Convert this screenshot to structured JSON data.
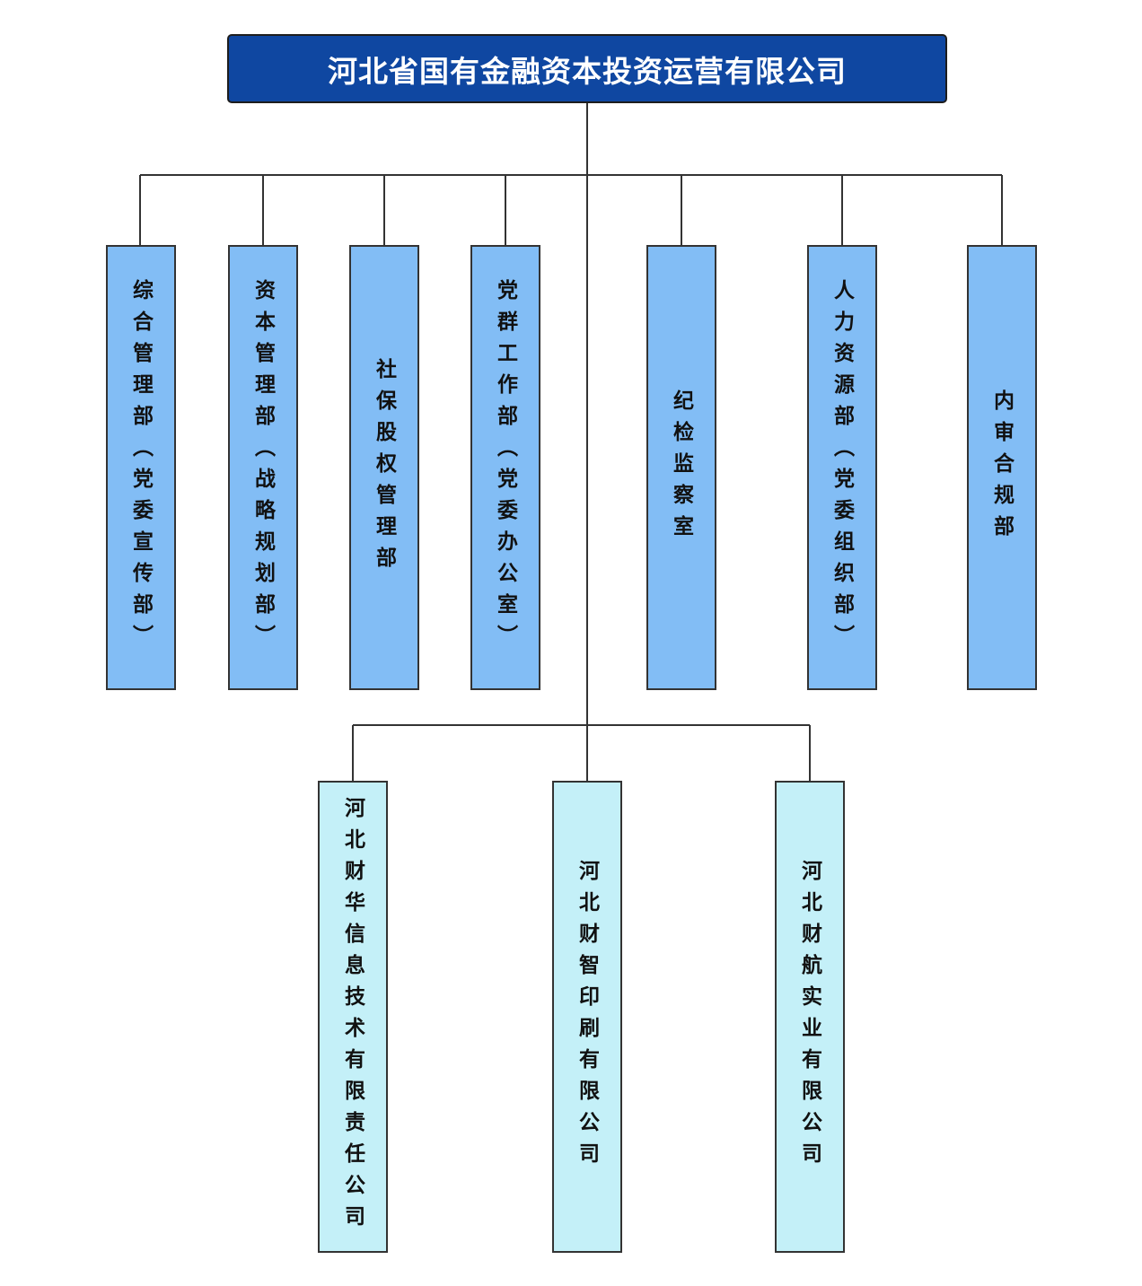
{
  "root": {
    "label": "河北省国有金融资本投资运营有限公司"
  },
  "departments": [
    {
      "key": "general",
      "label": "综合管理部（党委宣传部）"
    },
    {
      "key": "capital",
      "label": "资本管理部（战略规划部）"
    },
    {
      "key": "equity",
      "label": "社保股权管理部"
    },
    {
      "key": "party",
      "label": "党群工作部（党委办公室）"
    },
    {
      "key": "discipline",
      "label": "纪检监察室"
    },
    {
      "key": "hr",
      "label": "人力资源部（党委组织部）"
    },
    {
      "key": "audit",
      "label": "内审合规部"
    }
  ],
  "subsidiaries": [
    {
      "key": "caihua",
      "label": "河北财华信息技术有限责任公司"
    },
    {
      "key": "caizhi",
      "label": "河北财智印刷有限公司"
    },
    {
      "key": "caihang",
      "label": "河北财航实业有限公司"
    }
  ],
  "colors": {
    "root_fill": "#0f47a1",
    "department_fill": "#82bdf5",
    "subsidiary_fill": "#c4f0f8",
    "connector": "#333333"
  }
}
